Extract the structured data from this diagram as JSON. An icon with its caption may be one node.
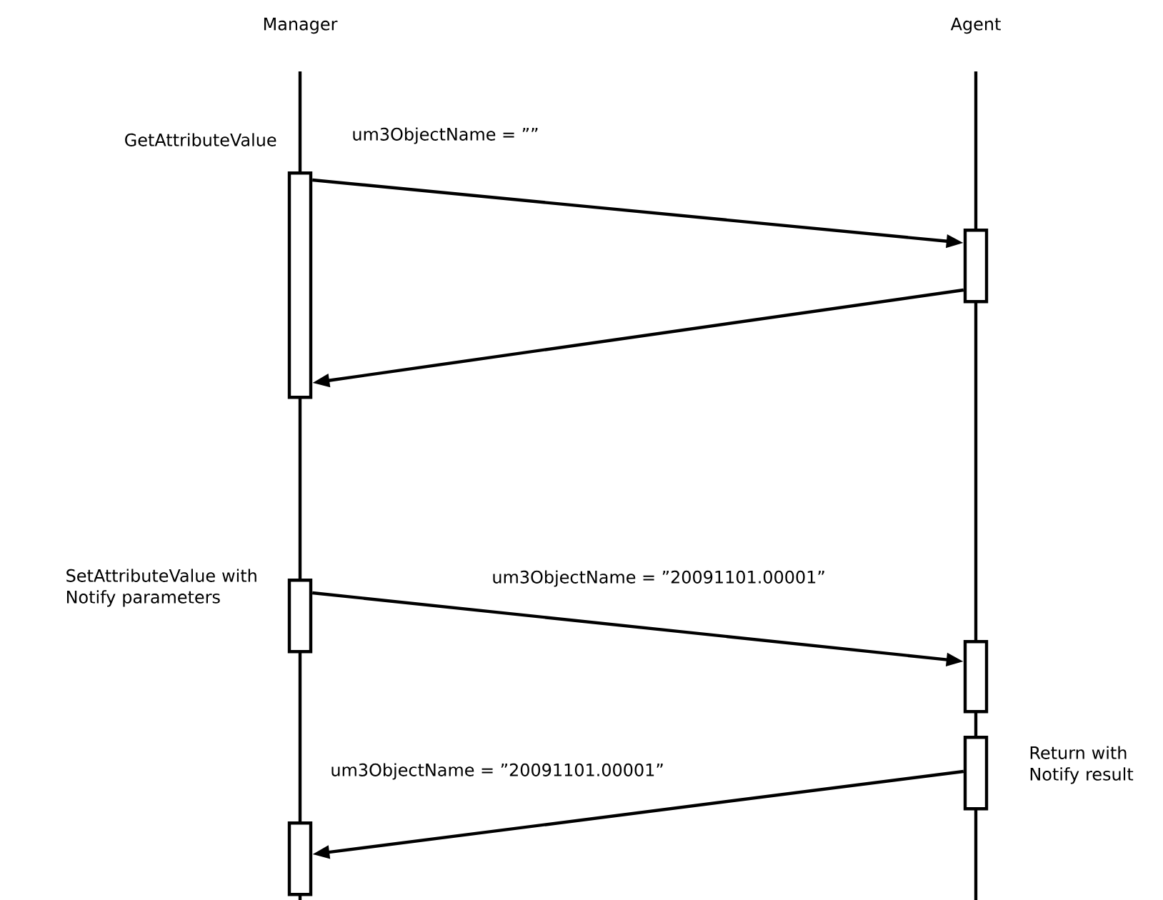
{
  "diagram": {
    "nodes": [
      {
        "text": [],
        "shape": "bar",
        "beside": [
          "GetAttributeValue"
        ]
      },
      {
        "text": [],
        "shape": "bar"
      },
      {
        "text": [],
        "shape": "bar",
        "beside": [
          "SetAttributeValue with Notify parameters"
        ]
      },
      {
        "text": [],
        "shape": "bar"
      },
      {
        "text": [],
        "shape": "bar",
        "beside": [
          "Return with Notify result"
        ]
      },
      {
        "text": [],
        "shape": "bar"
      }
    ],
    "edges": [
      {
        "from": 0,
        "to": 1,
        "arrow": "to",
        "label": "um3ObjectName = ””"
      },
      {
        "from": 1,
        "to": 0,
        "arrow": "to"
      },
      {
        "from": 2,
        "to": 3,
        "arrow": "to",
        "label": "um3ObjectName = ”20091101.00001”"
      },
      {
        "from": 4,
        "to": 5,
        "arrow": "to",
        "label": "um3ObjectName = ”20091101.00001”"
      }
    ],
    "labels": [
      "Manager",
      "Agent"
    ]
  }
}
